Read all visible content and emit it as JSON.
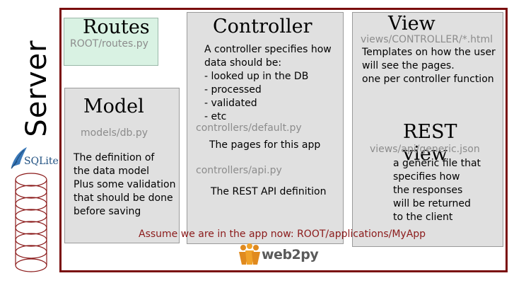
{
  "server_label": "Server",
  "routes": {
    "title": "Routes",
    "path": "ROOT/routes.py"
  },
  "model": {
    "title": "Model",
    "path": "models/db.py",
    "lines": [
      "The definition of",
      "the data model",
      "Plus some validation",
      "that should be done",
      "before saving"
    ]
  },
  "controller": {
    "title": "Controller",
    "lines": [
      "A controller specifies how",
      "data should be:",
      "- looked up in the DB",
      "- processed",
      "- validated",
      "- etc"
    ],
    "default_path": "controllers/default.py",
    "default_desc": "The pages for this app",
    "api_path": "controllers/api.py",
    "api_desc": "The REST API definition"
  },
  "view": {
    "title": "View",
    "path": "views/CONTROLLER/*.html",
    "lines": [
      "Templates on how the user",
      "will see the pages.",
      "one per controller function"
    ]
  },
  "rest_view": {
    "title": "REST view",
    "path": "views/api/generic.json",
    "lines": [
      "a generic file that",
      "specifies how",
      "the responses",
      "will be returned",
      "to the client"
    ]
  },
  "assume_text": "Assume we are in the app now: ROOT/applications/MyApp",
  "sqlite_label": "SQLite",
  "web2py_logo": "web2py",
  "colors": {
    "frame": "#7a0d0d",
    "box": "#e0e0e0",
    "routes_box": "#d9f2e3",
    "path_text": "#8c8c8c",
    "accent_text": "#8b1a1a"
  }
}
